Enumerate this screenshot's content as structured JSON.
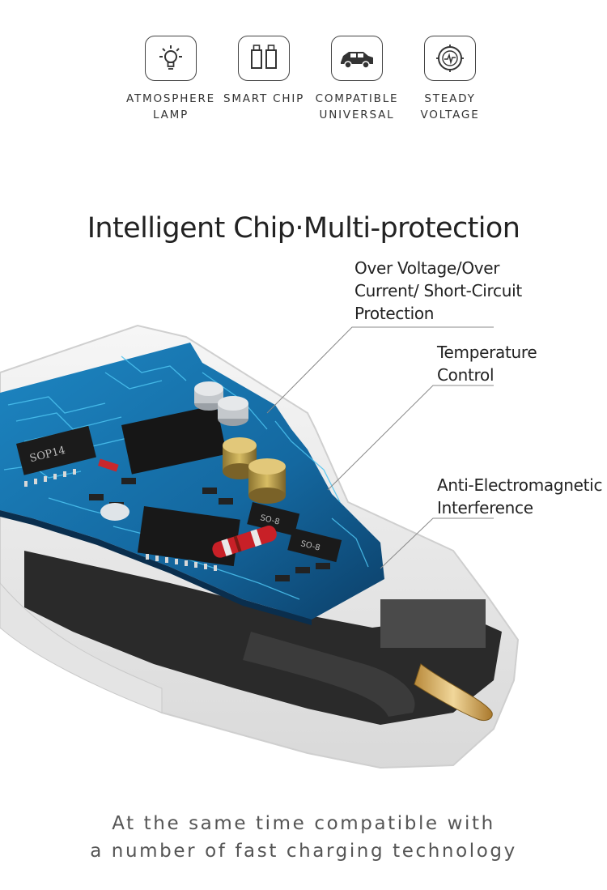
{
  "features": [
    {
      "icon": "bulb-icon",
      "label": "ATMOSPHERE LAMP"
    },
    {
      "icon": "usb-ports-icon",
      "label": "SMART CHIP"
    },
    {
      "icon": "car-icon",
      "label": "COMPATIBLE UNIVERSAL"
    },
    {
      "icon": "voltage-gauge-icon",
      "label": "STEADY VOLTAGE"
    }
  ],
  "headline": "Intelligent Chip·Multi-protection",
  "callouts": {
    "over_voltage": {
      "line1": "Over Voltage/Over",
      "line2": "Current/ Short-Circuit",
      "line3": "Protection"
    },
    "temperature": {
      "line1": "Temperature",
      "line2": "Control"
    },
    "anti_emi": {
      "line1": "Anti-Electromagnetic",
      "line2": "Interference"
    }
  },
  "chip_labels": {
    "sop14": "SOP14",
    "so8a": "SO-8",
    "so8b": "SO-8"
  },
  "footer": {
    "line1": "At the same time compatible with",
    "line2": "a number of fast charging technology"
  },
  "colors": {
    "pcb": "#1a6fa8",
    "pcb_dark": "#0d3e66",
    "trace": "#3fb7e8",
    "shell": "#efefef",
    "capacitor": "#b89a3e"
  }
}
